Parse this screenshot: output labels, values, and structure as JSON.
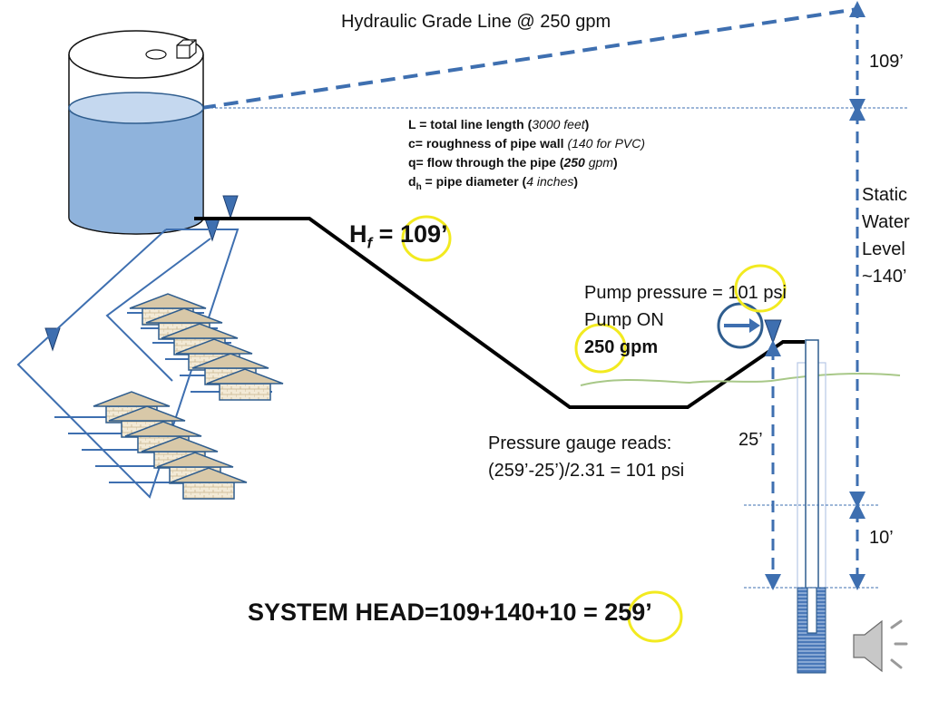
{
  "hgl_title": "Hydraulic Grade Line @ 250 gpm",
  "dims": {
    "hgl_rise": "109’",
    "static_word1": "Static",
    "static_word2": "Water",
    "static_word3": "Level",
    "static_value": "~140’",
    "well_depth": "10’",
    "pump_height": "25’"
  },
  "formula": {
    "line1_bold": "L = total line length (",
    "line1_italic": "3000 feet",
    "line1_close": ")",
    "line2_bold": "c= roughness of pipe wall ",
    "line2_italic": "(140 for PVC)",
    "line3_bold": "q= flow through the pipe (",
    "line3_bold_italic": "250",
    "line3_italic": " gpm",
    "line3_close": ")",
    "line4_d": "d",
    "line4_sub": "h",
    "line4_bold": " = pipe diameter (",
    "line4_italic": "4 inches",
    "line4_close": ")"
  },
  "friction_head": {
    "h": "H",
    "sub": "f",
    "eq": " = ",
    "value": "109’"
  },
  "pump": {
    "pressure_label": "Pump pressure = ",
    "pressure_value": "101",
    "pressure_unit": " psi",
    "state": "Pump ON",
    "flow": "250 gpm"
  },
  "gauge": {
    "line1": "Pressure gauge reads:",
    "line2": "(259’-25’)/2.31 = 101 psi"
  },
  "system_head": {
    "prefix": "SYSTEM HEAD=109+140+10 = ",
    "value": "259’"
  },
  "colors": {
    "water": "#8fb3dc",
    "water_top": "#c5d8ef",
    "dashed_line": "#3e6fb0",
    "pipe": "#000000",
    "highlight_circle": "#f2ea20",
    "ground": "#a8c888",
    "house_roof": "#d8c8a8",
    "house_outline": "#2f5d8e"
  },
  "icons": [
    "water-tank-icon",
    "water-level-triangle-icon",
    "houses-icon",
    "pressure-gauge-icon",
    "well-screen-icon",
    "speaker-icon"
  ]
}
